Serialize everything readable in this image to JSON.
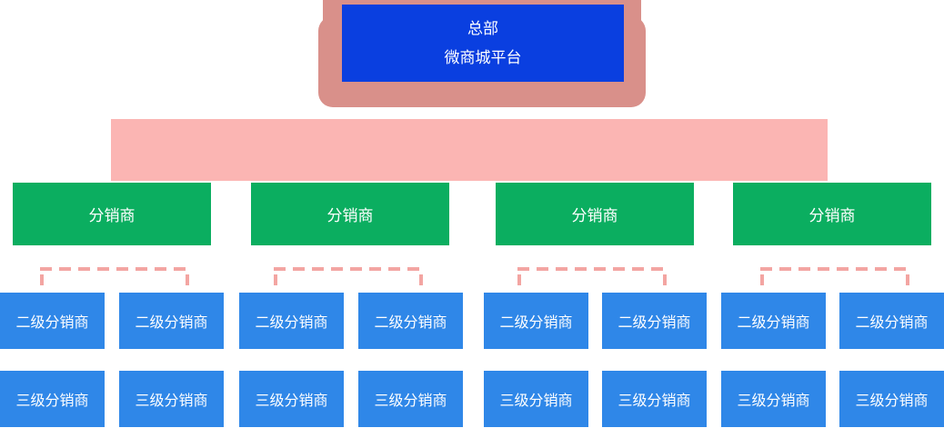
{
  "palette": {
    "hub_blue": "#0A3FE0",
    "node_blue": "#2F87E8",
    "green": "#0BAE60",
    "rose": "#D9908A",
    "pink_bar": "#FBB5B3",
    "dash_pink": "#F3A5A2",
    "text_white": "#FFFFFF"
  },
  "hub": {
    "title": "总部",
    "subtitle": "微商城平台"
  },
  "groups": [
    {
      "distributor": "分销商",
      "level2": [
        "二级分销商",
        "二级分销商"
      ],
      "level3": [
        "三级分销商",
        "三级分销商"
      ]
    },
    {
      "distributor": "分销商",
      "level2": [
        "二级分销商",
        "二级分销商"
      ],
      "level3": [
        "三级分销商",
        "三级分销商"
      ]
    },
    {
      "distributor": "分销商",
      "level2": [
        "二级分销商",
        "二级分销商"
      ],
      "level3": [
        "三级分销商",
        "三级分销商"
      ]
    },
    {
      "distributor": "分销商",
      "level2": [
        "二级分销商",
        "二级分销商"
      ],
      "level3": [
        "三级分销商",
        "三级分销商"
      ]
    }
  ]
}
